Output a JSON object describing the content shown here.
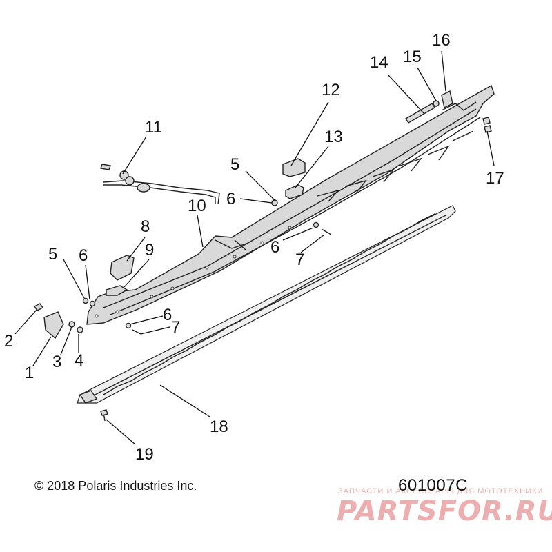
{
  "callouts": [
    "1",
    "2",
    "3",
    "4",
    "5",
    "5",
    "6",
    "6",
    "6",
    "6",
    "7",
    "7",
    "8",
    "9",
    "10",
    "11",
    "12",
    "13",
    "14",
    "15",
    "16",
    "17",
    "18",
    "19"
  ],
  "labels": {
    "n1": "1",
    "n2": "2",
    "n3": "3",
    "n4": "4",
    "n5a": "5",
    "n5b": "5",
    "n6a": "6",
    "n6b": "6",
    "n6c": "6",
    "n6d": "6",
    "n7a": "7",
    "n7b": "7",
    "n8": "8",
    "n9": "9",
    "n10": "10",
    "n11": "11",
    "n12": "12",
    "n13": "13",
    "n14": "14",
    "n15": "15",
    "n16": "16",
    "n17": "17",
    "n18": "18",
    "n19": "19"
  },
  "footer": {
    "copyright": "© 2018 Polaris Industries Inc.",
    "diagram_id": "601007C"
  },
  "watermark": {
    "tagline": "ЗАПЧАСТИ И АКСЕССУАРЫ ДЛЯ МОТОТЕХНИКИ",
    "logo": "PARTSFOR.RU"
  },
  "colors": {
    "line": "#222222",
    "part_fill": "#d9d9d9",
    "watermark": "#e9a0a0"
  }
}
